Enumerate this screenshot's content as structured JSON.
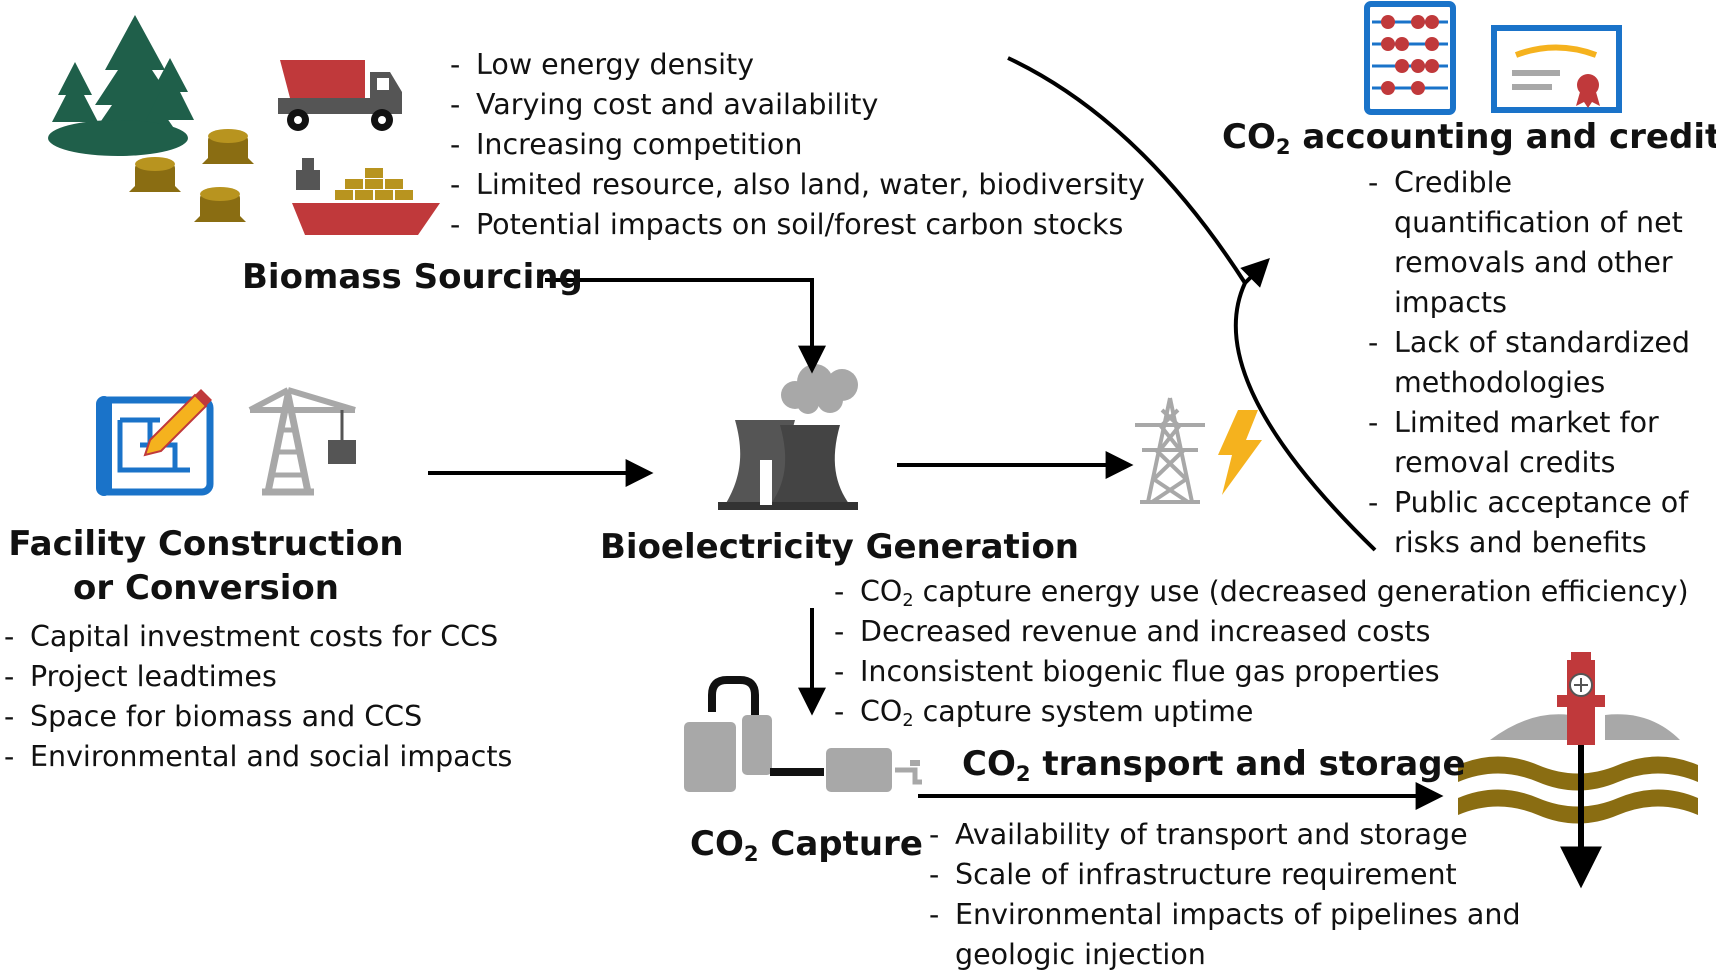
{
  "biomass": {
    "title": "Biomass Sourcing",
    "items": [
      "Low energy density",
      "Varying cost and availability",
      "Increasing competition",
      "Limited resource, also land, water, biodiversity",
      "Potential impacts on soil/forest  carbon stocks"
    ]
  },
  "facility": {
    "title_line1": "Facility Construction",
    "title_line2": "or Conversion",
    "items": [
      "Capital investment costs for CCS",
      "Project leadtimes",
      "Space for biomass and CCS",
      "Environmental and social impacts"
    ]
  },
  "bioelectricity": {
    "title": "Bioelectricity Generation",
    "items": [
      {
        "pre": "CO",
        "sub": "2",
        "post": " capture energy use (decreased generation efficiency)"
      },
      {
        "pre": "Decreased revenue and increased costs",
        "sub": "",
        "post": ""
      },
      {
        "pre": "Inconsistent biogenic flue gas properties",
        "sub": "",
        "post": ""
      },
      {
        "pre": "CO",
        "sub": "2",
        "post": " capture system uptime"
      }
    ]
  },
  "accounting": {
    "title_pre": "CO",
    "title_sub": "2",
    "title_post": " accounting and crediting",
    "items": [
      "Credible quantification of net removals and other impacts",
      "Lack of standardized methodologies",
      "Limited market for removal credits",
      "Public acceptance of risks and benefits"
    ]
  },
  "capture": {
    "title_pre": "CO",
    "title_sub": "2",
    "title_post": " Capture"
  },
  "transport": {
    "title_pre": "CO",
    "title_sub": "2",
    "title_post": " transport and storage",
    "items": [
      "Availability of transport and storage",
      "Scale of infrastructure requirement",
      "Environmental impacts of pipelines and geologic injection"
    ]
  },
  "colors": {
    "forest": "#1f5f4a",
    "truck_red": "#c0393b",
    "stump": "#8a6d12",
    "blue": "#1a73c9",
    "gray": "#a8a8a8",
    "dark_gray": "#555555",
    "bolt": "#f5b21e",
    "soil": "#8a6d12"
  }
}
